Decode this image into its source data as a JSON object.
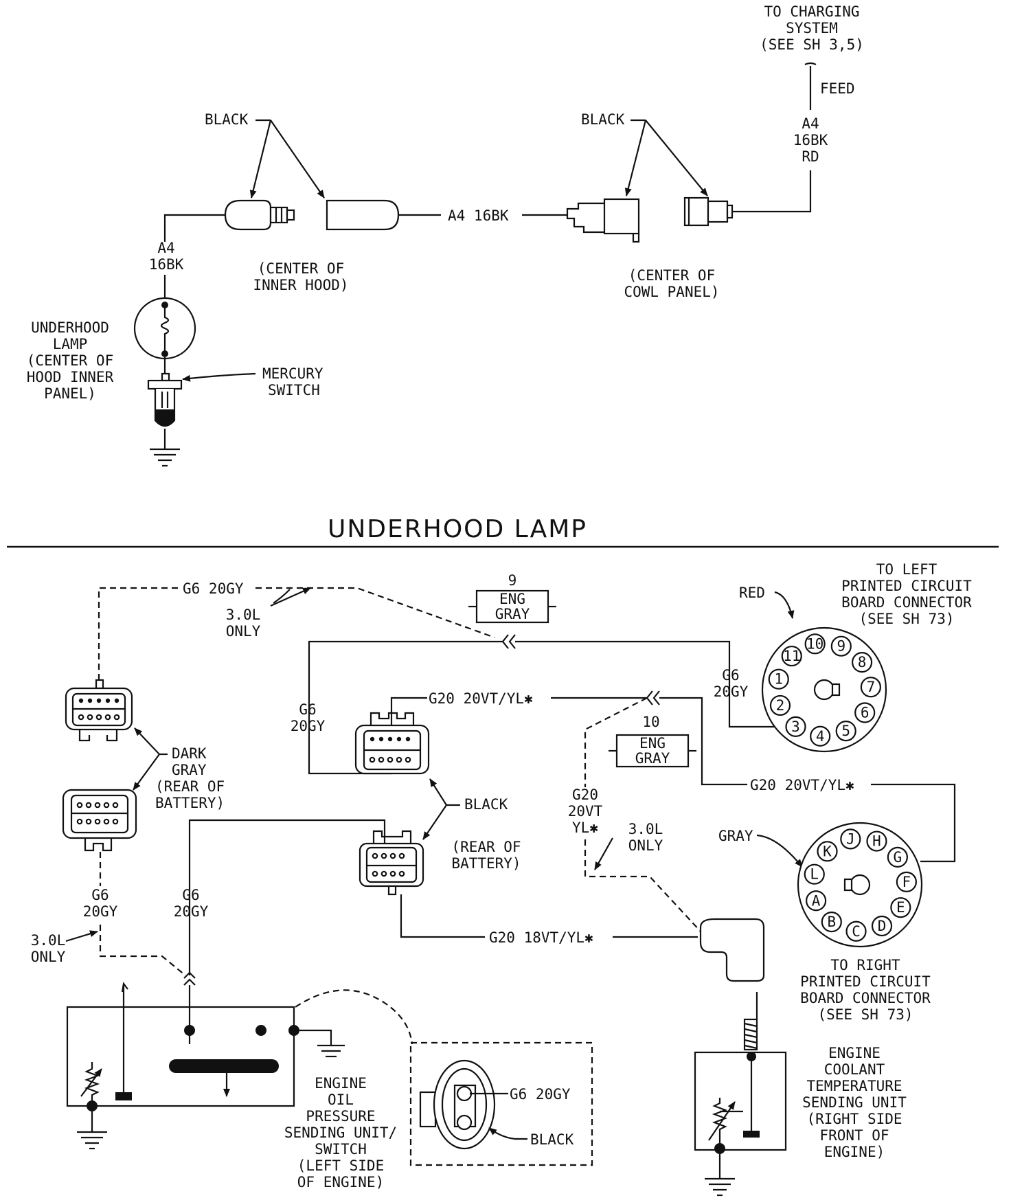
{
  "title": "UNDERHOOD LAMP",
  "top": {
    "charging": [
      "TO CHARGING",
      "SYSTEM",
      "(SEE SH 3,5)"
    ],
    "feed": "FEED",
    "feed_wire": [
      "A4",
      "16BK",
      "RD"
    ],
    "black_left": "BLACK",
    "black_right": "BLACK",
    "wire_mid": "A4 16BK",
    "wire_left": [
      "A4",
      "16BK"
    ],
    "hood_loc": [
      "(CENTER OF",
      "INNER HOOD)"
    ],
    "cowl_loc": [
      "(CENTER OF",
      "COWL PANEL)"
    ],
    "lamp_label": [
      "UNDERHOOD",
      "LAMP",
      "(CENTER OF",
      "HOOD INNER",
      "PANEL)"
    ],
    "mercury": [
      "MERCURY",
      "SWITCH"
    ]
  },
  "bottom": {
    "g6_top": "G6 20GY",
    "only_30_a": [
      "3.0L",
      "ONLY"
    ],
    "eng_gray_9": {
      "num": "9",
      "text": [
        "ENG",
        "GRAY"
      ]
    },
    "eng_gray_10": {
      "num": "10",
      "text": [
        "ENG",
        "GRAY"
      ]
    },
    "red": "RED",
    "left_pcb": [
      "TO LEFT",
      "PRINTED CIRCUIT",
      "BOARD CONNECTOR",
      "(SEE SH 73)"
    ],
    "g6_right": [
      "G6",
      "20GY"
    ],
    "g6_mid": [
      "G6",
      "20GY"
    ],
    "g20_top": "G20 20VT/YL✱",
    "g20_right": "G20 20VT/YL✱",
    "dark_gray": [
      "DARK",
      "GRAY",
      "(REAR OF",
      "BATTERY)"
    ],
    "black_mid": "BLACK",
    "rear_battery": [
      "(REAR OF",
      "BATTERY)"
    ],
    "g20_vert": [
      "G20",
      "20VT",
      "YL✱"
    ],
    "only_30_b": [
      "3.0L",
      "ONLY"
    ],
    "gray": "GRAY",
    "g6_lower_a": [
      "G6",
      "20GY"
    ],
    "g6_lower_b": [
      "G6",
      "20GY"
    ],
    "only_30_c": [
      "3.0L",
      "ONLY"
    ],
    "g20_18": "G20 18VT/YL✱",
    "right_pcb": [
      "TO RIGHT",
      "PRINTED CIRCUIT",
      "BOARD CONNECTOR",
      "(SEE SH 73)"
    ],
    "oil_unit": [
      "ENGINE",
      "OIL",
      "PRESSURE",
      "SENDING UNIT/",
      "SWITCH",
      "(LEFT SIDE",
      "OF ENGINE)"
    ],
    "g6_inset": "G6 20GY",
    "black_inset": "BLACK",
    "coolant_unit": [
      "ENGINE",
      "COOLANT",
      "TEMPERATURE",
      "SENDING UNIT",
      "(RIGHT SIDE",
      "FRONT OF",
      "ENGINE)"
    ],
    "left_pins": [
      "1",
      "2",
      "3",
      "4",
      "5",
      "6",
      "7",
      "8",
      "9",
      "10",
      "11"
    ],
    "right_pins": [
      "A",
      "B",
      "C",
      "D",
      "E",
      "F",
      "G",
      "H",
      "J",
      "K",
      "L"
    ]
  }
}
